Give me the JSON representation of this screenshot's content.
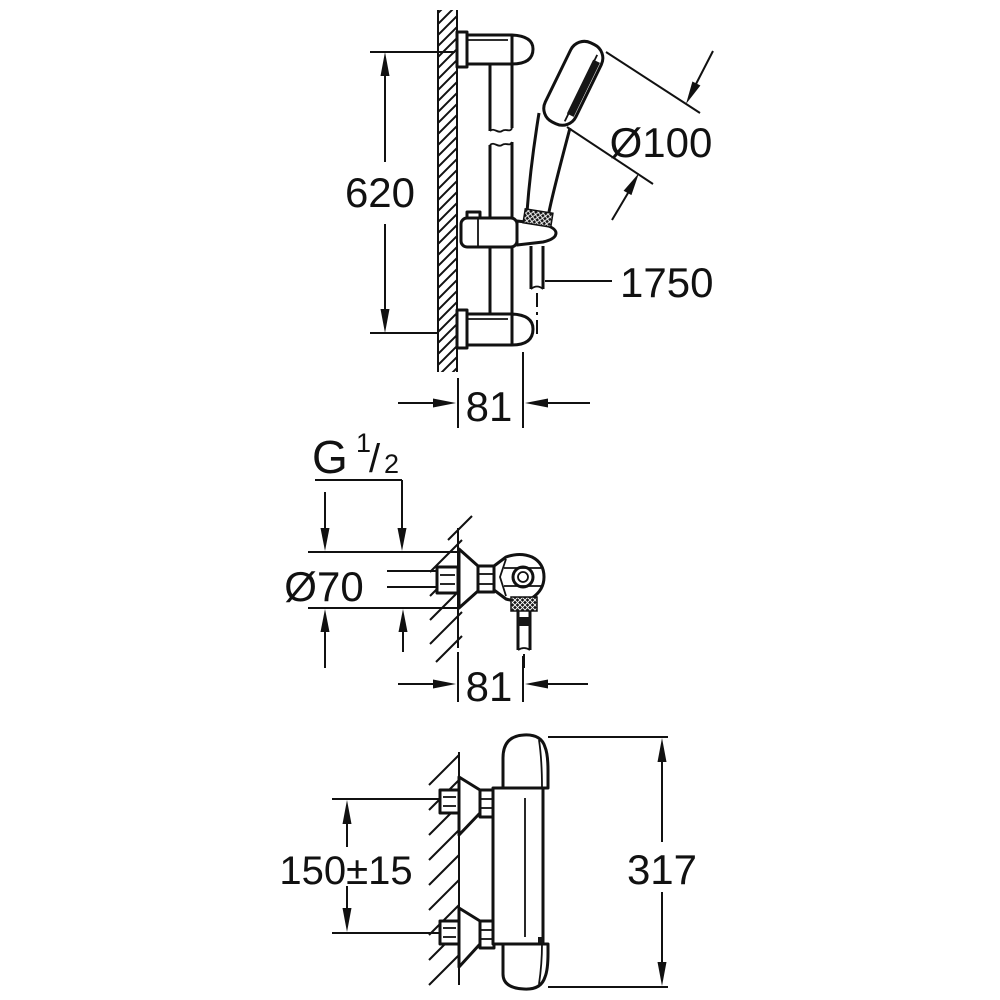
{
  "page": {
    "background": "#ffffff",
    "line_color": "#111111",
    "description": "Technical dimension drawing of a shower rail set, hose wall union and thermostatic shower mixer, side views with wall sections"
  },
  "views": {
    "rail_set": {
      "name": "shower rail with hand shower",
      "label_620": "620",
      "label_d100": "Ø100",
      "label_1750": "1750",
      "label_81": "81"
    },
    "union": {
      "name": "hose union on wall",
      "thread_g": "G",
      "thread_sup": "1",
      "thread_slash": "/",
      "thread_sub": "2",
      "label_d70": "Ø70",
      "label_81": "81"
    },
    "thermostat": {
      "name": "thermostatic mixer",
      "label_150": "150±15",
      "label_317": "317"
    }
  }
}
